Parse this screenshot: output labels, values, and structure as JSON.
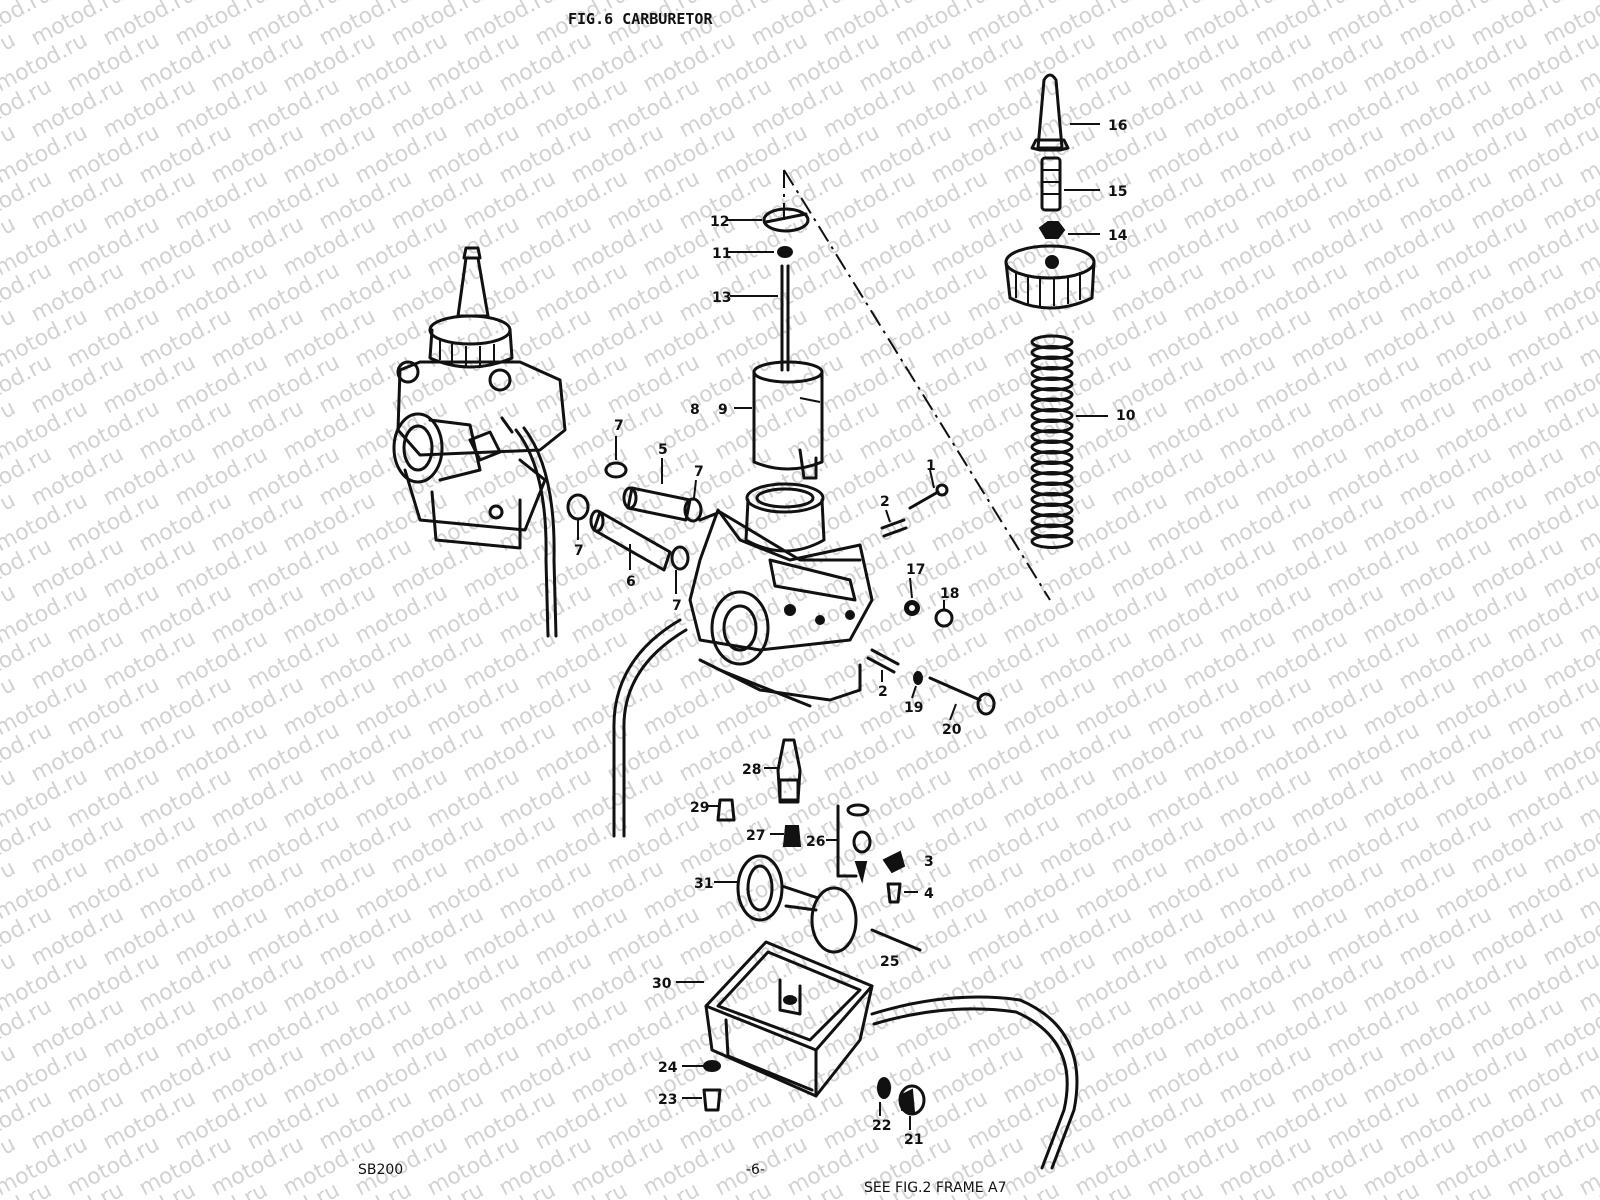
{
  "title": "FIG.6 CARBURETOR",
  "footer": {
    "model": "SB200",
    "page": "-6-",
    "note": "SEE FIG.2 FRAME A7"
  },
  "watermark": "motod.ru",
  "parts": [
    {
      "id": "p1",
      "label": "1"
    },
    {
      "id": "p2a",
      "label": "2"
    },
    {
      "id": "p2b",
      "label": "2"
    },
    {
      "id": "p3",
      "label": "3"
    },
    {
      "id": "p4",
      "label": "4"
    },
    {
      "id": "p5",
      "label": "5"
    },
    {
      "id": "p6",
      "label": "6"
    },
    {
      "id": "p7a",
      "label": "7"
    },
    {
      "id": "p7b",
      "label": "7"
    },
    {
      "id": "p7c",
      "label": "7"
    },
    {
      "id": "p7d",
      "label": "7"
    },
    {
      "id": "p8",
      "label": "8"
    },
    {
      "id": "p9",
      "label": "9"
    },
    {
      "id": "p10",
      "label": "10"
    },
    {
      "id": "p11",
      "label": "11"
    },
    {
      "id": "p12",
      "label": "12"
    },
    {
      "id": "p13",
      "label": "13"
    },
    {
      "id": "p14",
      "label": "14"
    },
    {
      "id": "p15",
      "label": "15"
    },
    {
      "id": "p16",
      "label": "16"
    },
    {
      "id": "p17",
      "label": "17"
    },
    {
      "id": "p18",
      "label": "18"
    },
    {
      "id": "p19",
      "label": "19"
    },
    {
      "id": "p20",
      "label": "20"
    },
    {
      "id": "p21",
      "label": "21"
    },
    {
      "id": "p22",
      "label": "22"
    },
    {
      "id": "p23",
      "label": "23"
    },
    {
      "id": "p24",
      "label": "24"
    },
    {
      "id": "p25",
      "label": "25"
    },
    {
      "id": "p26",
      "label": "26"
    },
    {
      "id": "p27",
      "label": "27"
    },
    {
      "id": "p28",
      "label": "28"
    },
    {
      "id": "p29",
      "label": "29"
    },
    {
      "id": "p30",
      "label": "30"
    },
    {
      "id": "p31",
      "label": "31"
    }
  ]
}
